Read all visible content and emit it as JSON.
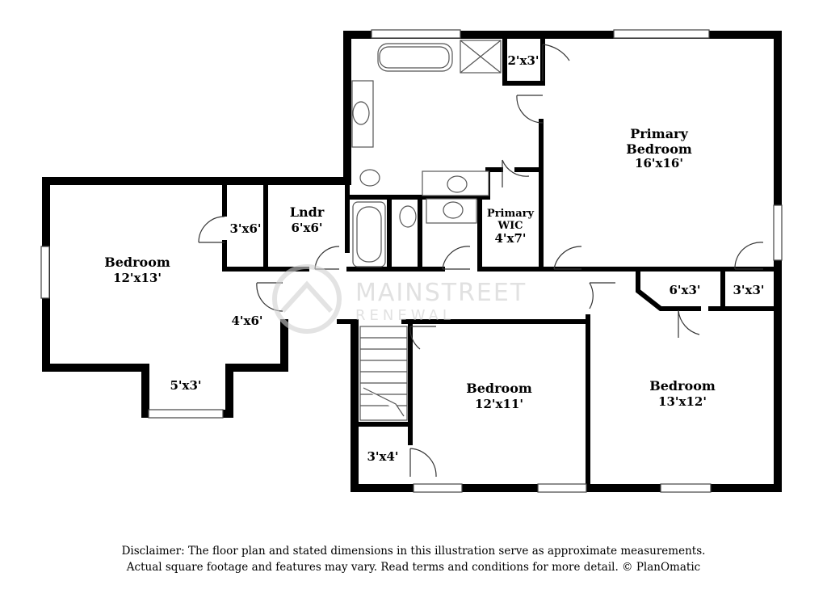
{
  "rooms": {
    "primary_bedroom": {
      "name": "Primary\nBedroom",
      "dims": "16'x16'"
    },
    "closet_primary_top": {
      "dims": "2'x3'"
    },
    "primary_wic": {
      "name": "Primary\nWIC",
      "dims": "4'x7'"
    },
    "laundry": {
      "name": "Lndr",
      "dims": "6'x6'"
    },
    "closet_left": {
      "dims": "3'x6'"
    },
    "bedroom_left": {
      "name": "Bedroom",
      "dims": "12'x13'"
    },
    "hall_left": {
      "dims": "4'x6'"
    },
    "bay": {
      "dims": "5'x3'"
    },
    "closet_6x3": {
      "dims": "6'x3'"
    },
    "closet_3x3": {
      "dims": "3'x3'"
    },
    "bedroom_center": {
      "name": "Bedroom",
      "dims": "12'x11'"
    },
    "bedroom_right": {
      "name": "Bedroom",
      "dims": "13'x12'"
    },
    "closet_3x4": {
      "dims": "3'x4'"
    }
  },
  "watermark": {
    "line1": "MAINSTREET",
    "line2": "RENEWAL"
  },
  "disclaimer": {
    "line1": "Disclaimer: The floor plan and stated dimensions in this illustration serve as approximate measurements.",
    "line2": "Actual square footage and features may vary. Read terms and conditions for more detail. © PlanOmatic"
  }
}
